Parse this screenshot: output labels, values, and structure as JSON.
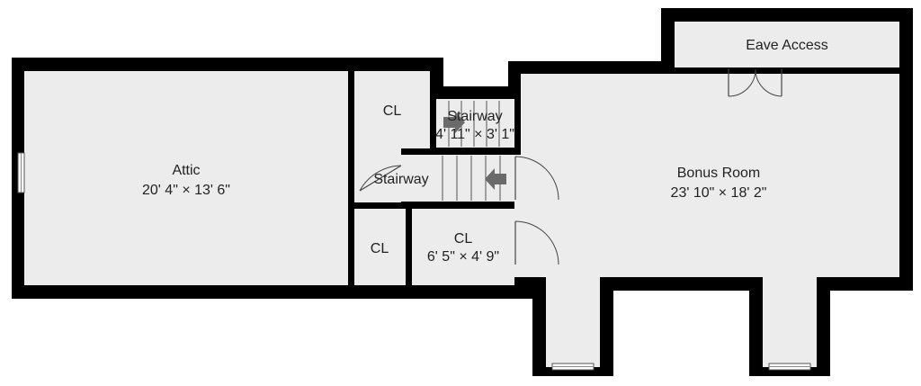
{
  "rooms": {
    "attic": {
      "name": "Attic",
      "dims": "20' 4\" × 13' 6\""
    },
    "closet_top": {
      "name": "CL"
    },
    "closet_bottom_left": {
      "name": "CL"
    },
    "closet_bottom": {
      "name": "CL",
      "dims": "6' 5\" × 4' 9\""
    },
    "stairway_upper": {
      "name": "Stairway",
      "dims": "4' 11\" × 3' 1\""
    },
    "stairway_lower": {
      "name": "Stairway"
    },
    "bonus_room": {
      "name": "Bonus Room",
      "dims": "23' 10\" × 18' 2\""
    },
    "eave_access": {
      "name": "Eave Access"
    }
  },
  "colors": {
    "wall": "#000000",
    "floor": "#ececed",
    "text": "#222222"
  }
}
